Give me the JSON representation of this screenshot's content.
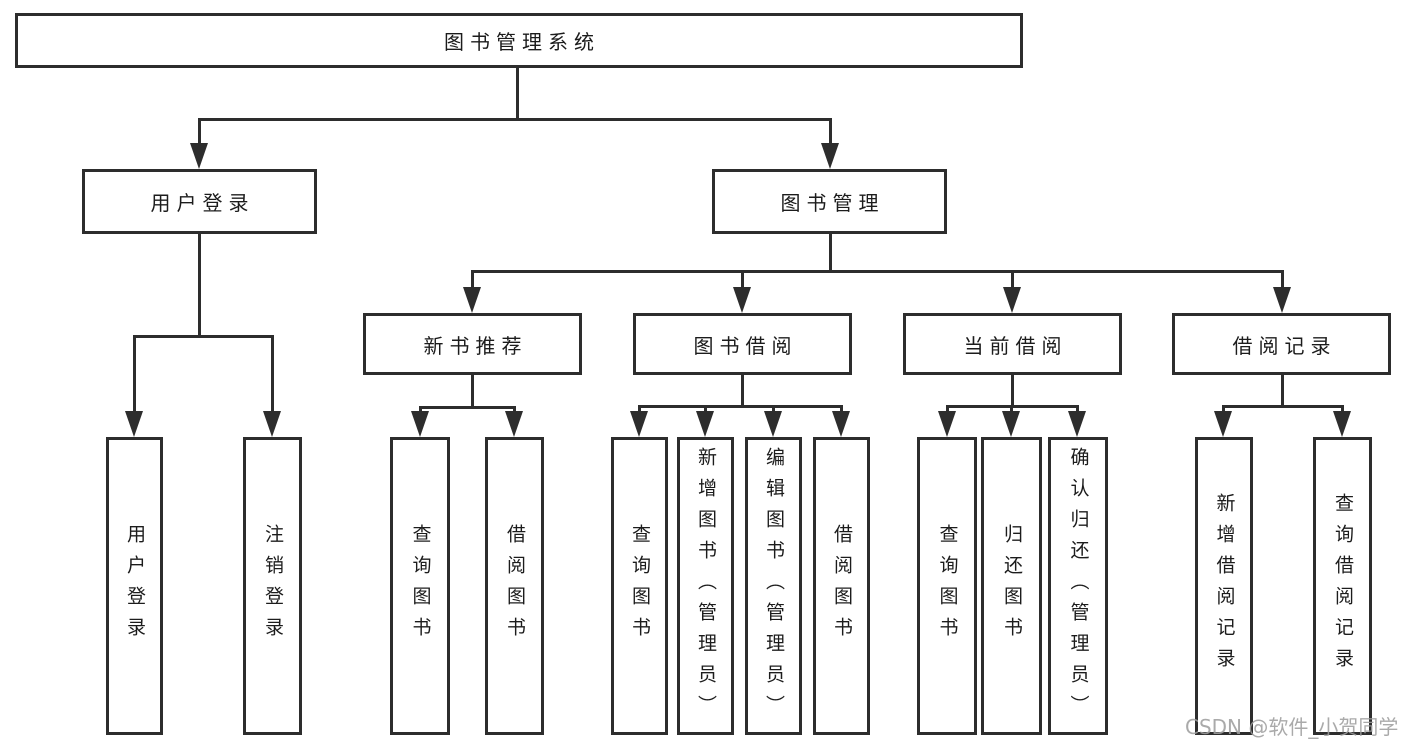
{
  "diagram": {
    "watermark": "CSDN @软件_小贺同学",
    "colors": {
      "line": "#2d2d2d",
      "box_background": "#ffffff",
      "text": "#1c1c1c",
      "watermark": "#9e9e9e",
      "page_background": "#ffffff"
    },
    "nodes": {
      "root": {
        "label": "图书管理系统"
      },
      "user_login": {
        "label": "用户登录"
      },
      "book_management": {
        "label": "图书管理"
      },
      "new_book_recommend": {
        "label": "新书推荐"
      },
      "book_borrowing": {
        "label": "图书借阅"
      },
      "current_borrowing": {
        "label": "当前借阅"
      },
      "borrowing_records": {
        "label": "借阅记录"
      },
      "leaf_user_login": {
        "label": "用户登录"
      },
      "leaf_logout": {
        "label": "注销登录"
      },
      "leaf_nbr_query_books": {
        "label": "查询图书"
      },
      "leaf_nbr_borrow_books": {
        "label": "借阅图书"
      },
      "leaf_bb_query_books": {
        "label": "查询图书"
      },
      "leaf_bb_add_books": {
        "label": "新增图书（管理员）"
      },
      "leaf_bb_edit_books": {
        "label": "编辑图书（管理员）"
      },
      "leaf_bb_borrow_books": {
        "label": "借阅图书"
      },
      "leaf_cb_query_books": {
        "label": "查询图书"
      },
      "leaf_cb_return_books": {
        "label": "归还图书"
      },
      "leaf_cb_confirm_return": {
        "label": "确认归还（管理员）"
      },
      "leaf_br_add_record": {
        "label": "新增借阅记录"
      },
      "leaf_br_query_record": {
        "label": "查询借阅记录"
      }
    },
    "edges": [
      {
        "from": "root",
        "to": "user_login"
      },
      {
        "from": "root",
        "to": "book_management"
      },
      {
        "from": "user_login",
        "to": "leaf_user_login"
      },
      {
        "from": "user_login",
        "to": "leaf_logout"
      },
      {
        "from": "book_management",
        "to": "new_book_recommend"
      },
      {
        "from": "book_management",
        "to": "book_borrowing"
      },
      {
        "from": "book_management",
        "to": "current_borrowing"
      },
      {
        "from": "book_management",
        "to": "borrowing_records"
      },
      {
        "from": "new_book_recommend",
        "to": "leaf_nbr_query_books"
      },
      {
        "from": "new_book_recommend",
        "to": "leaf_nbr_borrow_books"
      },
      {
        "from": "book_borrowing",
        "to": "leaf_bb_query_books"
      },
      {
        "from": "book_borrowing",
        "to": "leaf_bb_add_books"
      },
      {
        "from": "book_borrowing",
        "to": "leaf_bb_edit_books"
      },
      {
        "from": "book_borrowing",
        "to": "leaf_bb_borrow_books"
      },
      {
        "from": "current_borrowing",
        "to": "leaf_cb_query_books"
      },
      {
        "from": "current_borrowing",
        "to": "leaf_cb_return_books"
      },
      {
        "from": "current_borrowing",
        "to": "leaf_cb_confirm_return"
      },
      {
        "from": "borrowing_records",
        "to": "leaf_br_add_record"
      },
      {
        "from": "borrowing_records",
        "to": "leaf_br_query_record"
      }
    ]
  }
}
